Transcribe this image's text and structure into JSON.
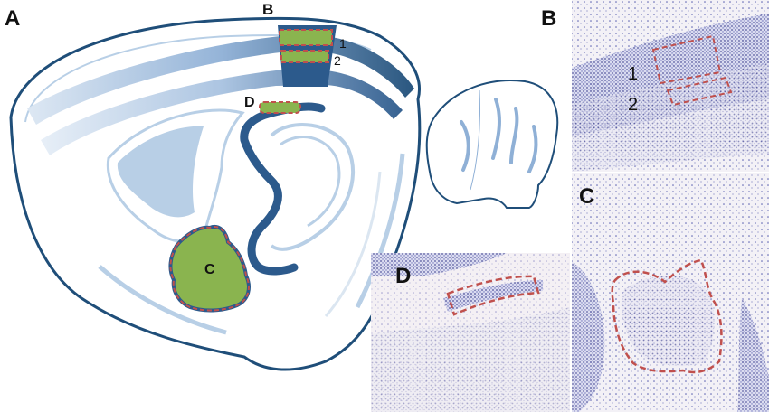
{
  "panels": {
    "a": {
      "letter": "A"
    },
    "b": {
      "letter": "B",
      "layer_1": "1",
      "layer_2": "2"
    },
    "c": {
      "letter": "C"
    },
    "d": {
      "letter": "D"
    }
  },
  "diagram": {
    "region_b": "B",
    "region_c": "C",
    "region_d": "D",
    "layer_1": "1",
    "layer_2": "2"
  },
  "colors": {
    "outline": "#1f4e79",
    "band_dark": "#2c5a8c",
    "band_light": "#b8cfe6",
    "fill_light": "#dbe6f1",
    "highlight_green": "#8ab44f",
    "dash_red": "#c0504d",
    "stain_blue": "#3b3f8f"
  }
}
